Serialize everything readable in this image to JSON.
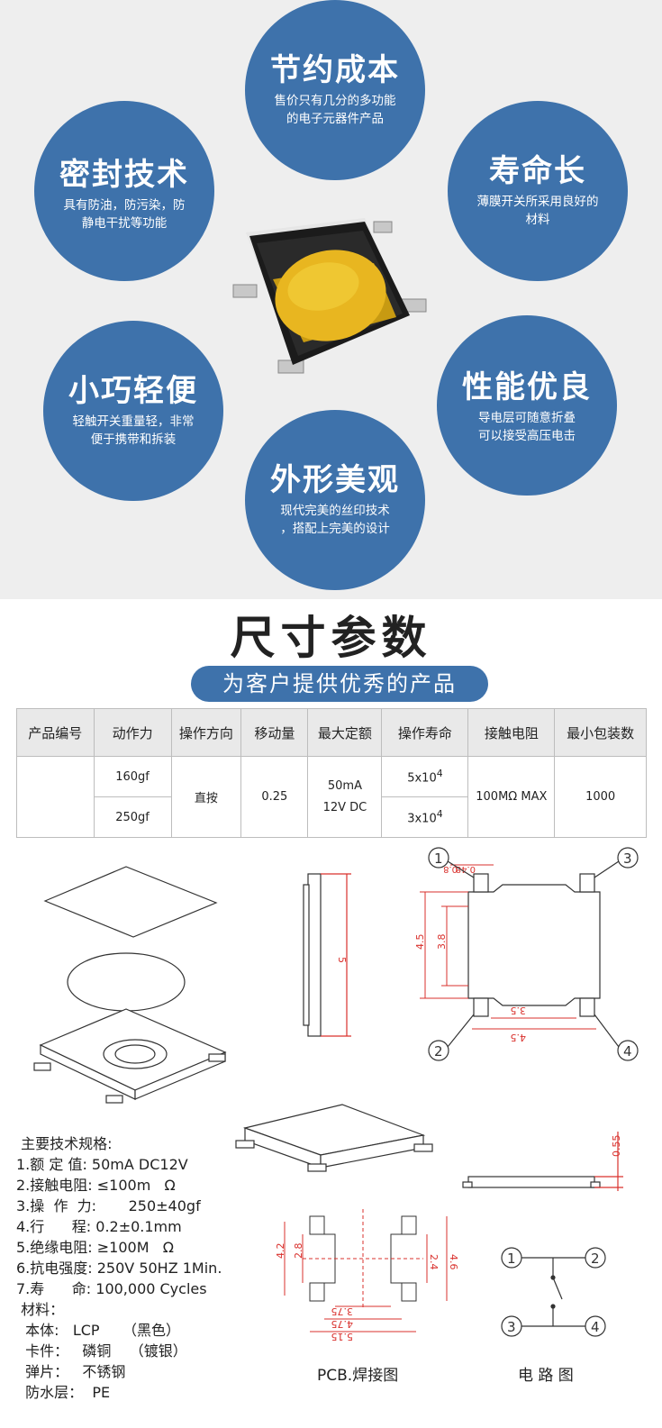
{
  "features": [
    {
      "title": "节约成本",
      "desc1": "售价只有几分的多功能",
      "desc2": "的电子元器件产品"
    },
    {
      "title": "密封技术",
      "desc1": "具有防油，防污染，防",
      "desc2": "静电干扰等功能"
    },
    {
      "title": "寿命长",
      "desc1": "薄膜开关所采用良好的",
      "desc2": "材料"
    },
    {
      "title": "小巧轻便",
      "desc1": "轻触开关重量轻，非常",
      "desc2": "便于携带和拆装"
    },
    {
      "title": "性能优良",
      "desc1": "导电层可随意折叠",
      "desc2": "可以接受高压电击"
    },
    {
      "title": "外形美观",
      "desc1": "现代完美的丝印技术",
      "desc2": "，搭配上完美的设计"
    }
  ],
  "section_title": "尺寸参数",
  "section_subtitle": "为客户提供优秀的产品",
  "table": {
    "headers": [
      "产品编号",
      "动作力",
      "操作方向",
      "移动量",
      "最大定额",
      "操作寿命",
      "接触电阻",
      "最小包装数"
    ],
    "force_1": "160gf",
    "force_2": "250gf",
    "direction": "直按",
    "travel": "0.25",
    "rating_1": "50mA",
    "rating_2": "12V DC",
    "life_1_base": "5x10",
    "life_2_base": "3x10",
    "life_exp": "4",
    "resistance": "100MΩ MAX",
    "pack": "1000"
  },
  "dims": {
    "side_height": "5",
    "top_w1": "0.48",
    "top_w2": "0.8",
    "top_h1": "4.5",
    "top_h2": "3.8",
    "top_bw1": "3.5",
    "top_bw2": "4.5",
    "side2_h": "0.55",
    "pcb_h1": "4.2",
    "pcb_h2": "2.8",
    "pcb_h3": "2.4",
    "pcb_h4": "4.6",
    "pcb_w1": "3.75",
    "pcb_w2": "4.75",
    "pcb_w3": "5.15",
    "pins": [
      "1",
      "2",
      "3",
      "4"
    ]
  },
  "specs": [
    " 主要技术规格:",
    "1.额 定 值: 50mA DC12V",
    "2.接触电阻: ≤100m   Ω",
    "3.操  作  力:       250±40gf",
    "4.行      程: 0.2±0.1mm",
    "5.绝缘电阻: ≥100M   Ω",
    "6.抗电强度: 250V 50HZ 1Min.",
    "7.寿      命: 100,000 Cycles",
    " 材料：",
    "  本体:   LCP     （黑色）",
    "  卡件：   磷铜    （镀银）",
    "  弹片：   不锈钢",
    "  防水层：  PE"
  ],
  "captions": {
    "pcb": "PCB.焊接图",
    "circuit": "电 路 图"
  },
  "colors": {
    "circle": "#3e72ab",
    "dim_red": "#d9302c",
    "chip_yellow": "#e8b620"
  }
}
